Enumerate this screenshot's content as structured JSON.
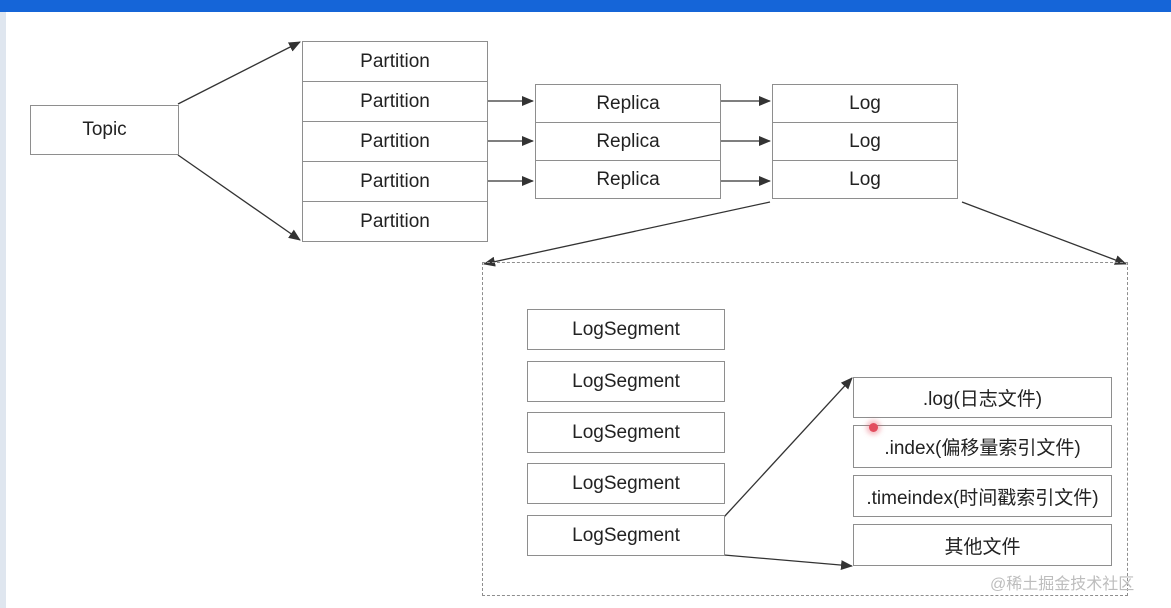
{
  "topic": "Topic",
  "partitions": [
    "Partition",
    "Partition",
    "Partition",
    "Partition",
    "Partition"
  ],
  "replicas": [
    "Replica",
    "Replica",
    "Replica"
  ],
  "logs": [
    "Log",
    "Log",
    "Log"
  ],
  "log_segments": [
    "LogSegment",
    "LogSegment",
    "LogSegment",
    "LogSegment",
    "LogSegment"
  ],
  "files": [
    ".log(日志文件)",
    ".index(偏移量索引文件)",
    ".timeindex(时间戳索引文件)",
    "其他文件"
  ],
  "watermark": "@稀土掘金技术社区",
  "colors": {
    "top_bar": "#1565d8",
    "stroke": "#8e8e8e",
    "arrow": "#333333",
    "cursor_dot": "#e24d5f"
  }
}
